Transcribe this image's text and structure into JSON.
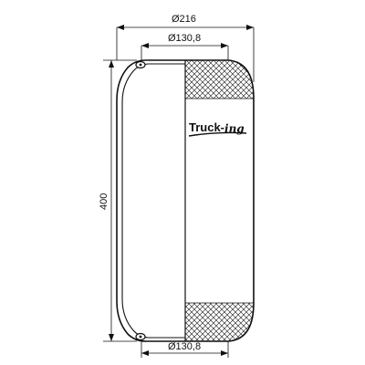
{
  "dimensions": {
    "outer_diameter": "Ø216",
    "top_plate_diameter": "Ø130,8",
    "bottom_plate_diameter": "Ø130,8",
    "height": "400"
  },
  "logo": {
    "main": "Truck-",
    "script": "ing"
  },
  "colors": {
    "line": "#111111",
    "background": "#ffffff"
  }
}
